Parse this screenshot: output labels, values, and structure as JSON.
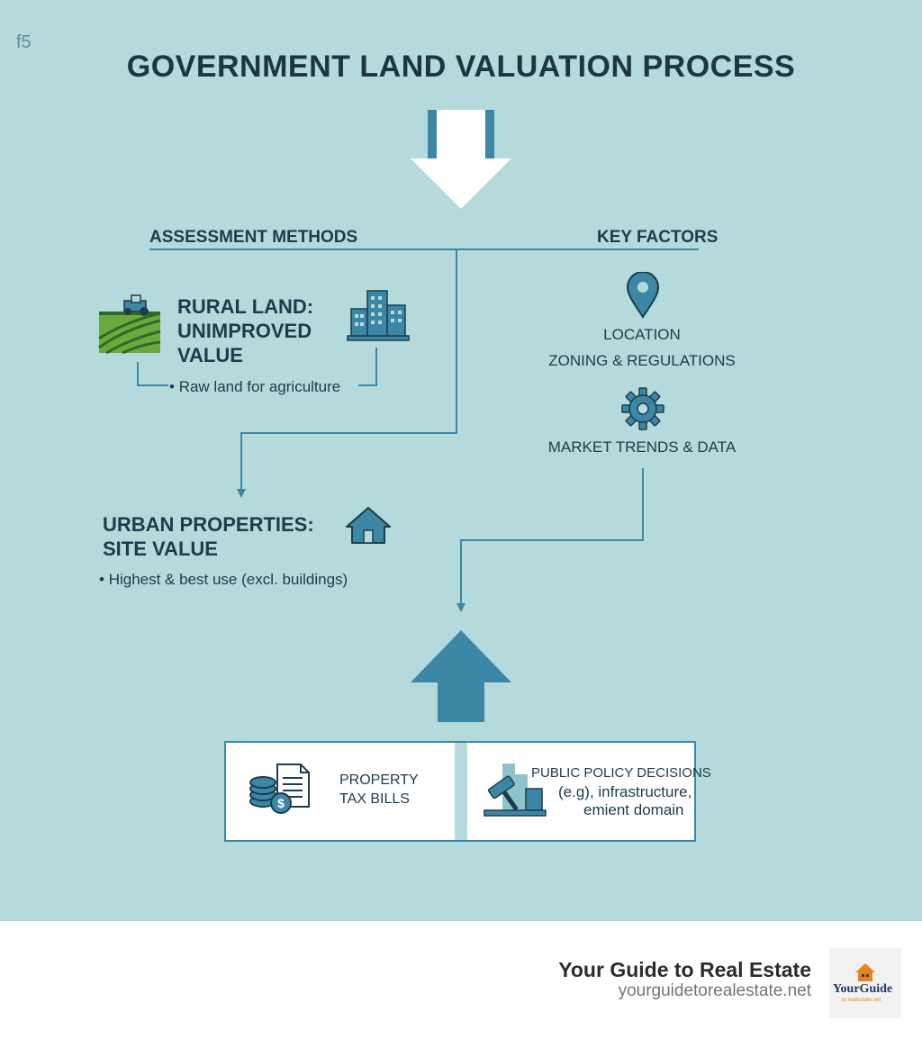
{
  "corner_mark": "f5",
  "title": "GOVERNMENT LAND VALUATION PROCESS",
  "assessment": {
    "heading": "ASSESSMENT METHODS",
    "rural": {
      "line1": "RURAL LAND:",
      "line2": "UNIMPROVED",
      "line3": "VALUE",
      "bullet": "Raw land for agriculture"
    },
    "urban": {
      "line1": "URBAN PROPERTIES:",
      "line2": "SITE VALUE",
      "bullet": "Highest & best use (excl. buildings)"
    }
  },
  "factors": {
    "heading": "KEY FACTORS",
    "items": [
      "LOCATION",
      "ZONING & REGULATIONS",
      "MARKET TRENDS & DATA"
    ]
  },
  "outcomes": {
    "tax": {
      "line1": "PROPERTY",
      "line2": "TAX BILLS"
    },
    "policy": {
      "line1": "PUBLIC POLICY DECISIONS",
      "line2": "(e.g), infrastructure,",
      "line3": "emient domain"
    }
  },
  "footer": {
    "title": "Your Guide to Real Estate",
    "url": "yourguidetorealestate.net",
    "logo_word": "YourGuide",
    "logo_sub": "to realestate.net"
  },
  "colors": {
    "background": "#b5dadb",
    "primary_blue": "#3d87a6",
    "text_dark": "#1d3c4c",
    "field_green": "#6aa93c"
  }
}
